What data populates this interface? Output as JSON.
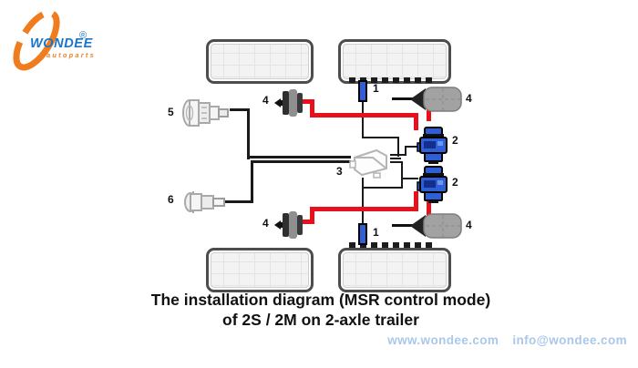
{
  "logo": {
    "brand": "WONDEE",
    "registered": "®",
    "sub": "autoparts"
  },
  "diagram": {
    "labels": {
      "sensor": "1",
      "modulator": "2",
      "ecu": "3",
      "brake_chamber": "4",
      "supply_connector": "5",
      "aux_connector": "6"
    }
  },
  "caption": {
    "line1": "The installation diagram (MSR control mode)",
    "line2": "of 2S / 2M on 2-axle trailer"
  },
  "footer": {
    "website": "www.wondee.com",
    "email": "info@wondee.com"
  },
  "colors": {
    "air_line_red": "#e8101c",
    "component_blue": "#2e5fd6",
    "logo_blue": "#1b76c8",
    "logo_orange": "#ef7c1e",
    "footer_text": "#a9c8ea",
    "tire_outline": "#4d4d4d"
  }
}
